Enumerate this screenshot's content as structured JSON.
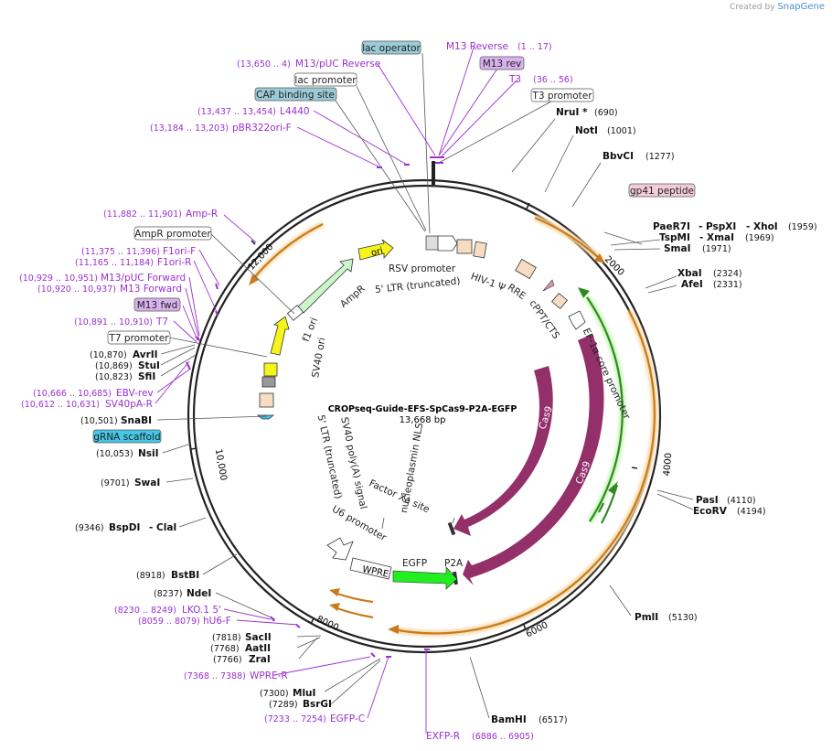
{
  "credit": {
    "created_by": "Created by",
    "brand": "SnapGene"
  },
  "plasmid": {
    "name": "CROPseq-Guide-EFS-SpCas9-P2A-EGFP",
    "length": "13,668 bp"
  },
  "ticks": [
    "2000",
    "4000",
    "6000",
    "8000",
    "10,000",
    "12,000"
  ],
  "sites": [
    {
      "name": "NruI *",
      "pos": "(690)"
    },
    {
      "name": "NotI",
      "pos": "(1001)"
    },
    {
      "name": "BbvCI",
      "pos": "(1277)"
    },
    {
      "name": "PaeR7I",
      "name2": "- PspXI",
      "name3": "- XhoI",
      "pos": "(1959)"
    },
    {
      "name": "TspMI",
      "name2": "- XmaI",
      "pos": "(1969)"
    },
    {
      "name": "SmaI",
      "pos": "(1971)"
    },
    {
      "name": "XbaI",
      "pos": "(2324)"
    },
    {
      "name": "AfeI",
      "pos": "(2331)"
    },
    {
      "name": "PasI",
      "pos": "(4110)"
    },
    {
      "name": "EcoRV",
      "pos": "(4194)"
    },
    {
      "name": "PmlI",
      "pos": "(5130)"
    },
    {
      "name": "BamHI",
      "pos": "(6517)"
    },
    {
      "name": "BsrGI",
      "pos": "(7289)"
    },
    {
      "name": "MluI",
      "pos": "(7300)"
    },
    {
      "name": "ZraI",
      "pos": "(7766)"
    },
    {
      "name": "AatII",
      "pos": "(7768)"
    },
    {
      "name": "SacII",
      "pos": "(7818)"
    },
    {
      "name": "NdeI",
      "pos": "(8237)"
    },
    {
      "name": "BstBI",
      "pos": "(8918)"
    },
    {
      "name": "BspDI",
      "name2": "- ClaI",
      "pos": "(9346)"
    },
    {
      "name": "SwaI",
      "pos": "(9701)"
    },
    {
      "name": "NsiI",
      "pos": "(10,053)"
    },
    {
      "name": "SnaBI",
      "pos": "(10,501)"
    },
    {
      "name": "SfiI",
      "pos": "(10,823)"
    },
    {
      "name": "StuI",
      "pos": "(10,869)"
    },
    {
      "name": "AvrII",
      "pos": "(10,870)"
    }
  ],
  "primers": [
    {
      "name": "M13 Reverse",
      "pos": "(1 .. 17)"
    },
    {
      "name": "T3",
      "pos": "(36 .. 56)"
    },
    {
      "name": "M13/pUC Reverse",
      "pos": "(13,650 .. 4)"
    },
    {
      "name": "L4440",
      "pos": "(13,437 .. 13,454)"
    },
    {
      "name": "pBR322ori-F",
      "pos": "(13,184 .. 13,203)"
    },
    {
      "name": "Amp-R",
      "pos": "(11,882 .. 11,901)"
    },
    {
      "name": "F1ori-F",
      "pos": "(11,375 .. 11,396)"
    },
    {
      "name": "F1ori-R",
      "pos": "(11,165 .. 11,184)"
    },
    {
      "name": "M13/pUC Forward",
      "pos": "(10,929 .. 10,951)"
    },
    {
      "name": "M13 Forward",
      "pos": "(10,920 .. 10,937)"
    },
    {
      "name": "T7",
      "pos": "(10,891 .. 10,910)"
    },
    {
      "name": "EBV-rev",
      "pos": "(10,666 .. 10,685)"
    },
    {
      "name": "SV40pA-R",
      "pos": "(10,612 .. 10,631)"
    },
    {
      "name": "LKO.1 5'",
      "pos": "(8230 .. 8249)"
    },
    {
      "name": "hU6-F",
      "pos": "(8059 .. 8079)"
    },
    {
      "name": "WPRE-R",
      "pos": "(7368 .. 7388)"
    },
    {
      "name": "EGFP-C",
      "pos": "(7233 .. 7254)"
    },
    {
      "name": "EXFP-R",
      "pos": "(6886 .. 6905)"
    }
  ],
  "boxed": {
    "lac_operator": "lac operator",
    "m13_rev": "M13 rev",
    "lac_promoter": "lac promoter",
    "t3_promoter": "T3 promoter",
    "cap_site": "CAP binding site",
    "gp41": "gp41 peptide",
    "ampr_promoter": "AmpR promoter",
    "m13_fwd": "M13 fwd",
    "t7_promoter": "T7 promoter",
    "grna": "gRNA scaffold"
  },
  "features": {
    "ori": "ori",
    "rsv": "RSV promoter",
    "ltr5": "5' LTR (truncated)",
    "hiv": "HIV-1 Ψ",
    "rre": "RRE",
    "cppt": "cPPT/CTS",
    "ef1a": "EF-1α core promoter",
    "ampr": "AmpR",
    "f1ori": "f1 ori",
    "sv40ori": "SV40 ori",
    "sv40pa": "SV40 poly(A) signal",
    "ltr5b": "5' LTR (truncated)",
    "cas9a": "Cas9",
    "cas9b": "Cas9",
    "nls": "nucleoplasmin NLS",
    "factorxa": "Factor Xa site",
    "u6": "U6 promoter",
    "wpre": "WPRE",
    "egfp": "EGFP",
    "p2a": "P2A"
  },
  "colors": {
    "cas9": "#93306a",
    "egfp": "#22ee22",
    "orf_arrow": "#c87b1f",
    "ori": "#f5f51a",
    "ampr": "#ccf5cc",
    "ltr": "#f7dcc4",
    "lac_operator": "#9ccbd8",
    "m13_rev": "#d8b2ee",
    "gp41": "#f2ccd8",
    "grna": "#45c7e6",
    "primer": "#9b2fd1"
  }
}
